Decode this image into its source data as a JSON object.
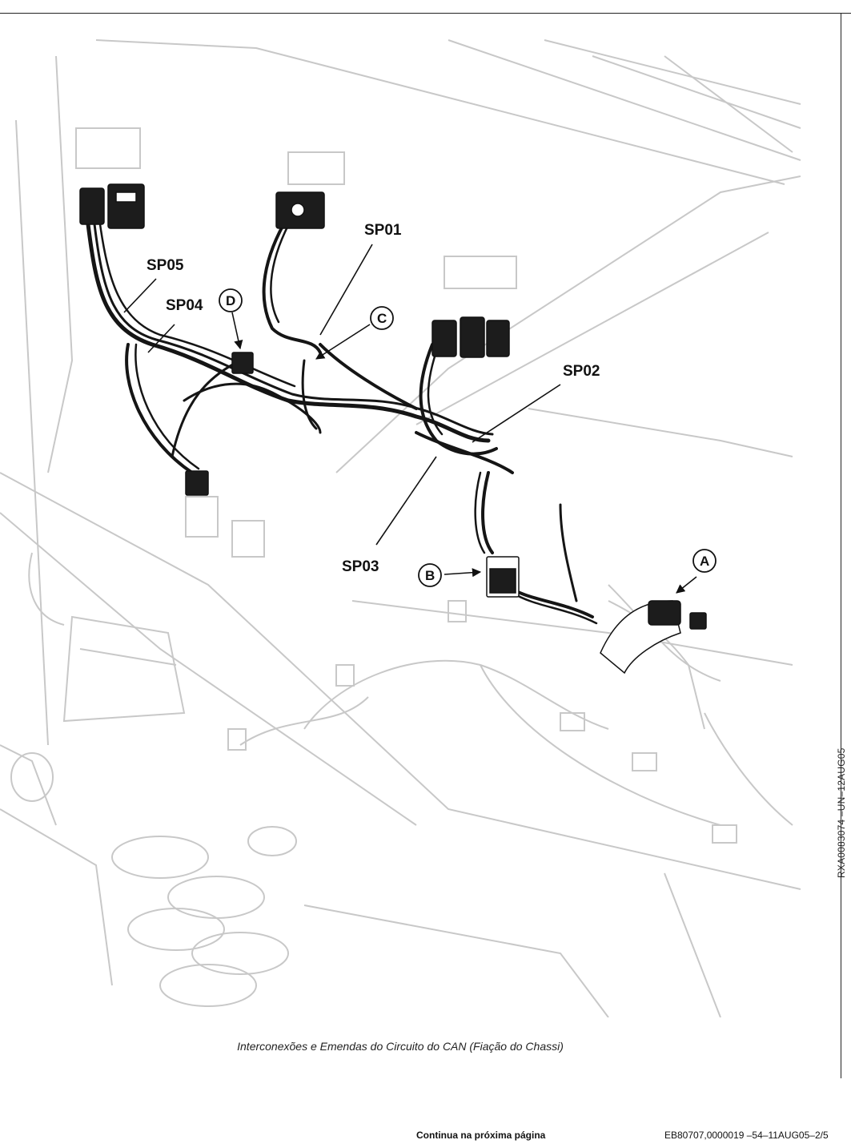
{
  "figure": {
    "callouts": {
      "sp01": "SP01",
      "sp02": "SP02",
      "sp03": "SP03",
      "sp04": "SP04",
      "sp05": "SP05",
      "a": "A",
      "b": "B",
      "c": "C",
      "d": "D"
    },
    "side_id": "RXA0083074 –UN–12AUG05",
    "caption": "Interconexões e Emendas do Circuito do CAN (Fiação do Chassi)"
  },
  "footer": {
    "continued": "Continua na próxima página",
    "doc_ref": "EB80707,0000019 –54–11AUG05–2/5"
  }
}
